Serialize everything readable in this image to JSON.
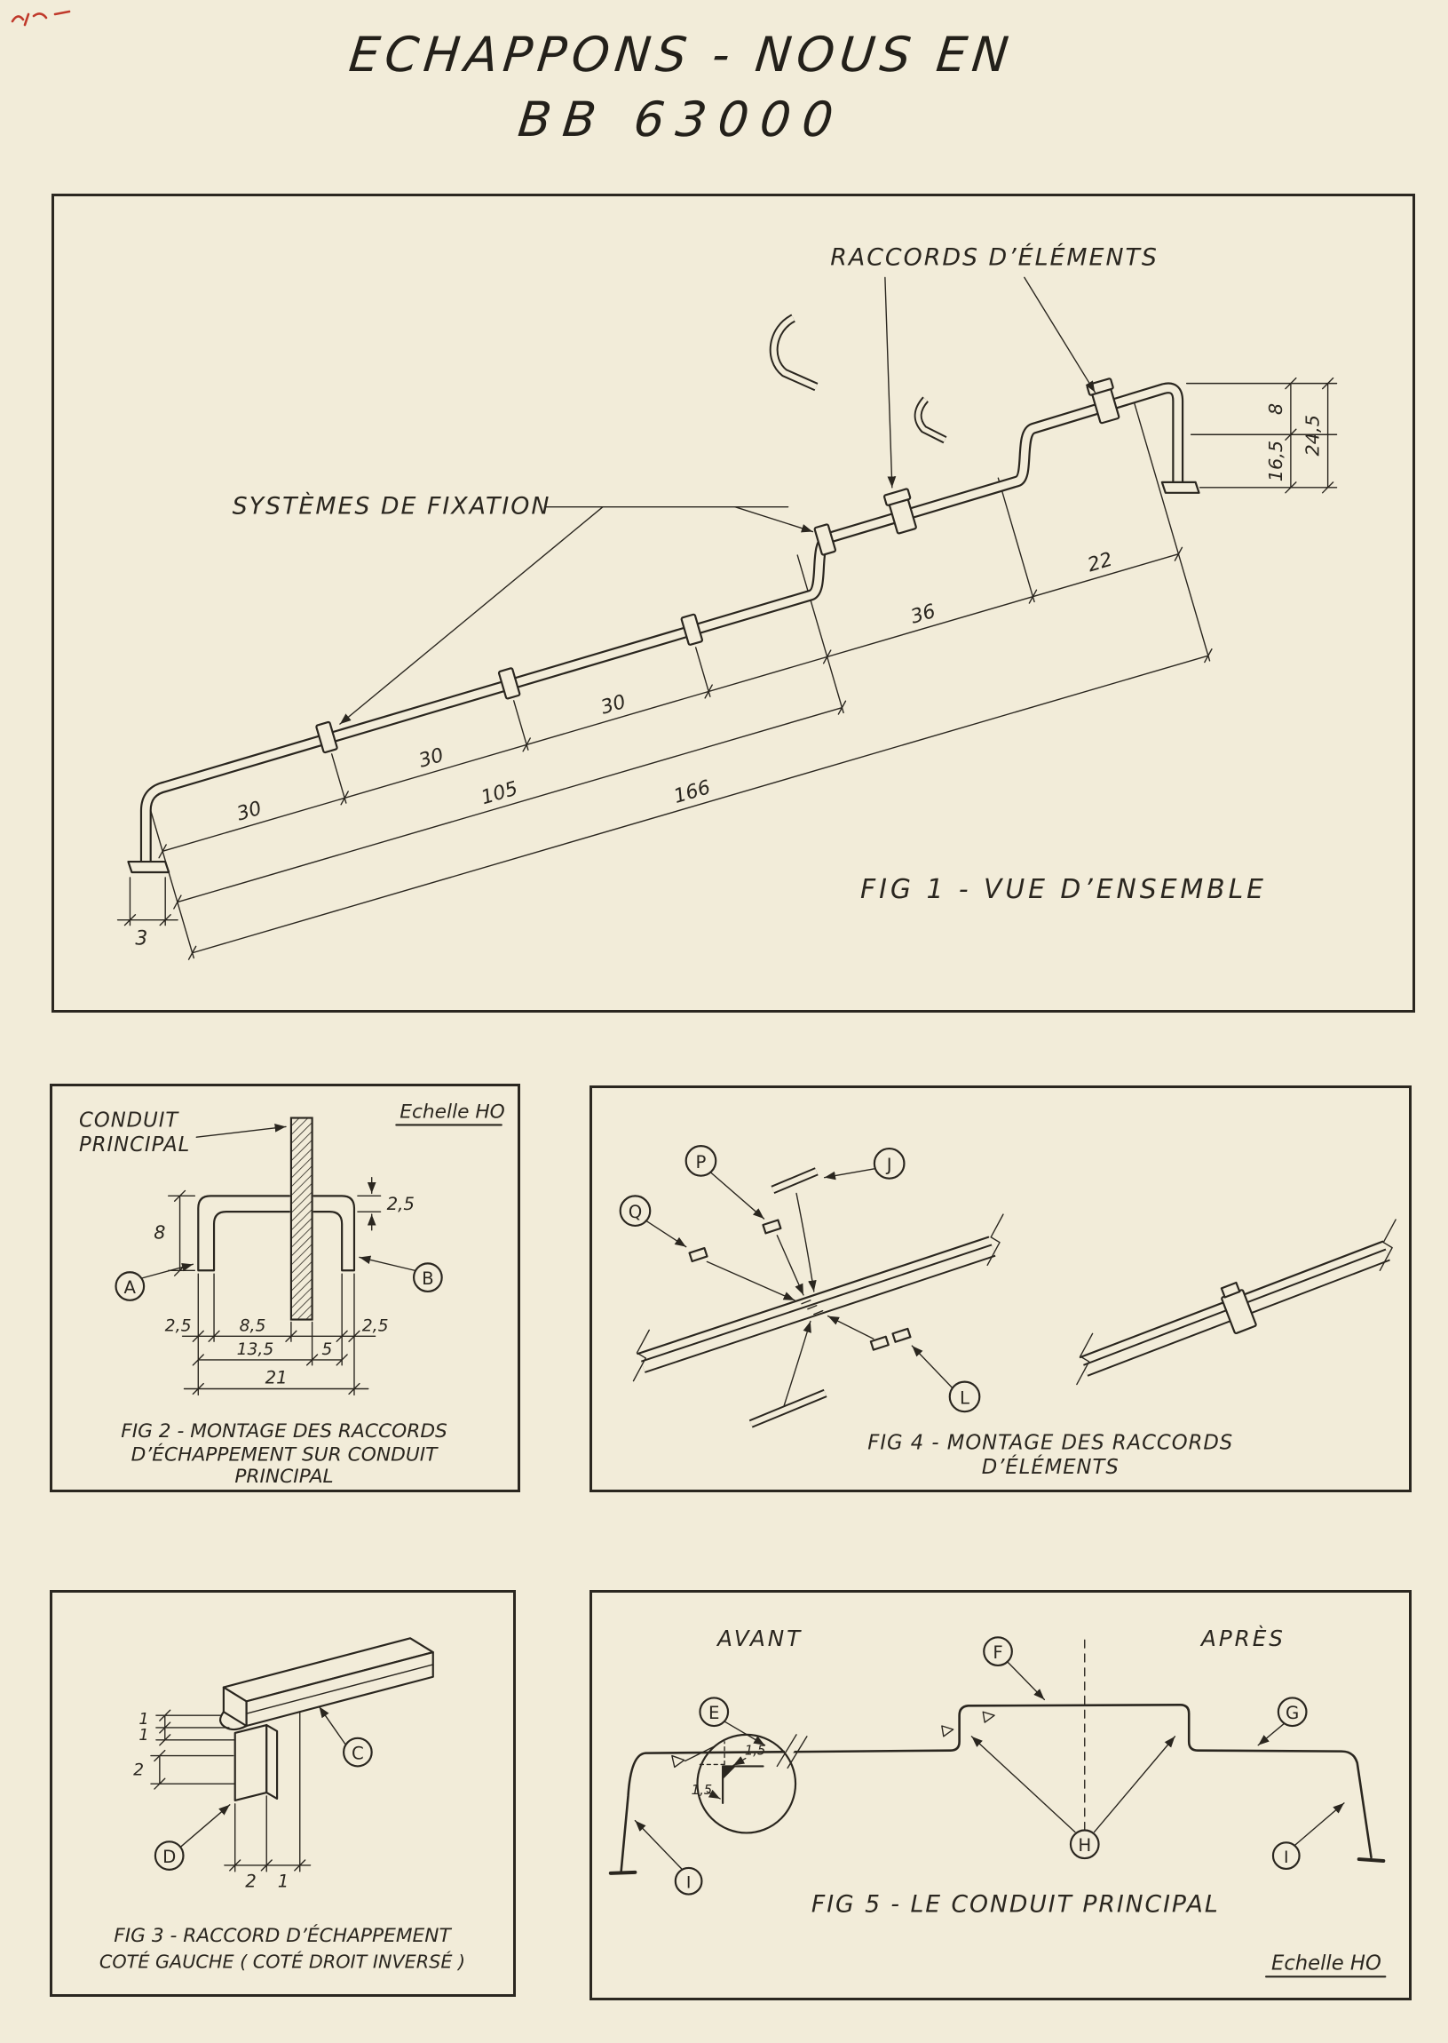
{
  "page": {
    "title_line1": "ECHAPPONS - NOUS EN",
    "title_line2": "BB 63000"
  },
  "fig1": {
    "caption": "FIG 1 - VUE D’ENSEMBLE",
    "labels": {
      "raccords": "RACCORDS  D’ÉLÉMENTS",
      "fixation": "SYSTÈMES DE FIXATION"
    },
    "dims": {
      "seg1": "30",
      "seg2": "30",
      "seg3": "30",
      "span_mid": "105",
      "span_total": "166",
      "upper1": "36",
      "upper2": "22",
      "foot": "3",
      "v_top": "8",
      "v_mid": "16,5",
      "v_total": "24,5"
    }
  },
  "fig2": {
    "scale_label": "Echelle HO",
    "conduit_line1": "CONDUIT",
    "conduit_line2": "PRINCIPAL",
    "letters": {
      "a": "A",
      "b": "B"
    },
    "dims": {
      "height": "8",
      "top_thickness": "2,5",
      "left_arm": "2,5",
      "inner_span": "8,5",
      "right_arm": "2,5",
      "left_total": "13,5",
      "right_gap": "5",
      "overall": "21"
    },
    "caption_line1": "FIG 2 - MONTAGE DES RACCORDS",
    "caption_line2": "D’ÉCHAPPEMENT  SUR CONDUIT",
    "caption_line3": "PRINCIPAL"
  },
  "fig3": {
    "letters": {
      "c": "C",
      "d": "D"
    },
    "dims": {
      "lip1": "1",
      "lip2": "1",
      "step": "2",
      "leg_width": "2",
      "leg_depth": "1"
    },
    "caption_line1": "FIG 3 - RACCORD D’ÉCHAPPEMENT",
    "caption_line2": "COTÉ GAUCHE ( COTÉ DROIT INVERSÉ )"
  },
  "fig4": {
    "letters": {
      "p": "P",
      "j": "J",
      "q": "Q",
      "l": "L"
    },
    "caption_line1": "FIG 4  - MONTAGE DES RACCORDS",
    "caption_line2": "D’ÉLÉMENTS"
  },
  "fig5": {
    "before_label": "AVANT",
    "after_label": "APRÈS",
    "letters": {
      "e": "E",
      "f": "F",
      "g": "G",
      "h": "H",
      "i_left": "I",
      "i_right": "I"
    },
    "detail_dims": {
      "top": "1,5",
      "side": "1,5"
    },
    "caption": "FIG 5  - LE CONDUIT PRINCIPAL",
    "scale_label": "Echelle HO"
  }
}
